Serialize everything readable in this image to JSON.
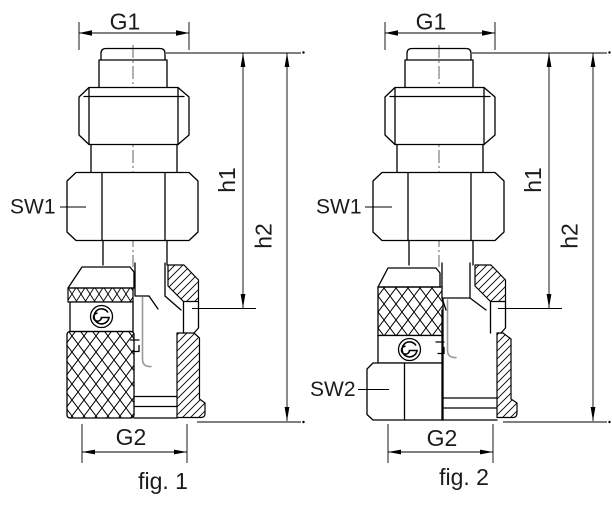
{
  "colors": {
    "line": "#000000",
    "text": "#1b1b1b",
    "internal_gray": "#9a9a9a",
    "background": "#ffffff"
  },
  "icons": {
    "logo": "s-swirl-logo"
  },
  "fig1": {
    "g1_label": "G1",
    "sw1_label": "SW1",
    "h1_label": "h1",
    "h2_label": "h2",
    "g2_label": "G2",
    "caption": "fig. 1"
  },
  "fig2": {
    "g1_label": "G1",
    "sw1_label": "SW1",
    "sw2_label": "SW2",
    "h1_label": "h1",
    "h2_label": "h2",
    "g2_label": "G2",
    "caption": "fig. 2"
  }
}
